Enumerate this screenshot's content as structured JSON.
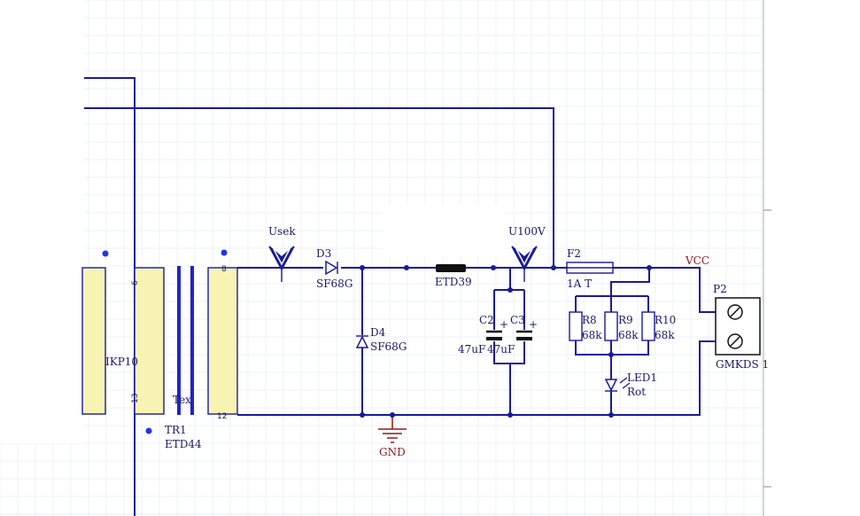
{
  "labels": {
    "usek": "Usek",
    "u100v": "U100V",
    "d3_ref": "D3",
    "d3_val": "SF68G",
    "d4_ref": "D4",
    "d4_val": "SF68G",
    "inductor": "ETD39",
    "c2_ref": "C2",
    "c2_val": "47uF",
    "c3_ref": "C3",
    "c3_val": "47uF",
    "f2_ref": "F2",
    "f2_val": "1A T",
    "vcc": "VCC",
    "r8_ref": "R8",
    "r8_val": "68k",
    "r9_ref": "R9",
    "r9_val": "68k",
    "r10_ref": "R10",
    "r10_val": "68k",
    "led_ref": "LED1",
    "led_val": "Rot",
    "p2_ref": "P2",
    "p2_val": "GMKDS 1",
    "gnd": "GND",
    "tr1_ref": "TR1",
    "tr1_val": "ETD44",
    "tex": "Tex",
    "ikp": "IKP10",
    "pin_6": "6",
    "pin_13": "13",
    "pin_8": "8",
    "pin_12": "12"
  },
  "colors": {
    "wire": "#1a1a99",
    "winding_fill": "#f7f4b3",
    "net_label": "#8b1a1a",
    "core": "#2222cc"
  }
}
